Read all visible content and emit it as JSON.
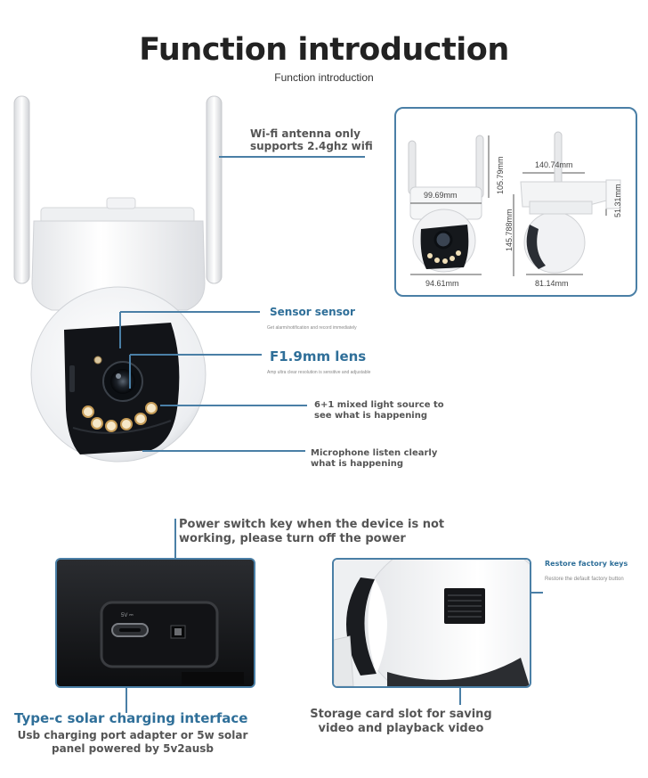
{
  "header": {
    "title": "Function introduction",
    "subtitle": "Function introduction"
  },
  "callouts": {
    "antenna": [
      "Wi-fi antenna only",
      "supports 2.4ghz wifi"
    ],
    "sensor_title": "Sensor sensor",
    "sensor_desc": "Get alarm/notification and record immediately",
    "lens_title": "F1.9mm lens",
    "lens_desc": "Amp ultra clear resolution is sensitive and adjustable",
    "light": [
      "6+1 mixed light source to",
      "see what is happening"
    ],
    "mic": [
      "Microphone listen clearly",
      "what is happening"
    ]
  },
  "dimensions": {
    "front_width": "99.69mm",
    "front_height": "105.79mm",
    "base_width": "94.61mm",
    "side_width": "140.74mm",
    "side_height": "145.788mm",
    "side_depth": "51.31mm",
    "side_base": "81.14mm"
  },
  "bottom": {
    "power": [
      "Power switch key when the device is not",
      "working, please turn off the power"
    ],
    "port_marking": "5V ⎓",
    "typec_title": "Type-c solar charging interface",
    "typec_desc": [
      "Usb charging port adapter or 5w solar",
      "panel powered by 5v2ausb"
    ],
    "restore_title": "Restore factory keys",
    "restore_desc": "Restore the default factory button",
    "storage": [
      "Storage card slot for saving",
      "video and playback video"
    ]
  },
  "colors": {
    "accent_blue": "#2f6f99",
    "line_blue": "#4a7fa6",
    "dark_text": "#555555"
  }
}
